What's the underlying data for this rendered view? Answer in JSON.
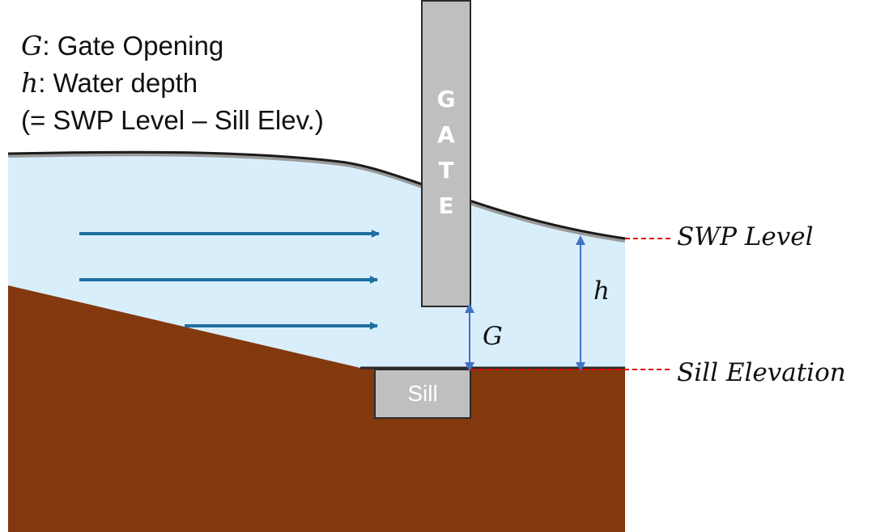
{
  "legend": {
    "line1_symbol": "G",
    "line1_text": ": Gate Opening",
    "line2_symbol": "h",
    "line2_text": ": Water depth",
    "line3_text": "(= SWP Level – Sill Elev.)"
  },
  "gate": {
    "letters": [
      "G",
      "A",
      "T",
      "E"
    ]
  },
  "sill": {
    "label": "Sill"
  },
  "dimensions": {
    "gate_opening": "G",
    "water_depth": "h"
  },
  "labels": {
    "swp_level": "SWP Level",
    "sill_elevation": "Sill Elevation"
  },
  "colors": {
    "water": "#d9eefb",
    "ground": "#82390e",
    "gate": "#bfbfbf",
    "flow_arrow": "#1f6f9f",
    "dimension_arrow": "#4472c4",
    "reference_line": "#e00000"
  }
}
